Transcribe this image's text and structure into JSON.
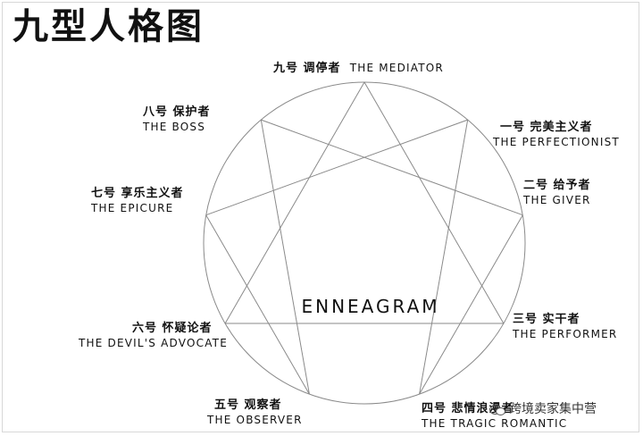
{
  "title": "九型人格图",
  "center_label": "ENNEAGRAM",
  "types": [
    {
      "number": 1,
      "cn": "一号 完美主义者",
      "en": "THE PERFECTIONIST"
    },
    {
      "number": 2,
      "cn": "二号 给予者",
      "en": "THE GIVER"
    },
    {
      "number": 3,
      "cn": "三号 实干者",
      "en": "THE PERFORMER"
    },
    {
      "number": 4,
      "cn": "四号 悲情浪漫者",
      "en": "THE TRAGIC ROMANTIC"
    },
    {
      "number": 5,
      "cn": "五号 观察者",
      "en": "THE OBSERVER"
    },
    {
      "number": 6,
      "cn": "六号 怀疑论者",
      "en": "THE DEVIL'S ADVOCATE"
    },
    {
      "number": 7,
      "cn": "七号 享乐主义者",
      "en": "THE EPICURE"
    },
    {
      "number": 8,
      "cn": "八号 保护者",
      "en": "THE BOSS"
    },
    {
      "number": 9,
      "cn": "九号 调停者",
      "en": "THE MEDIATOR"
    }
  ],
  "connections": [
    [
      1,
      4
    ],
    [
      4,
      2
    ],
    [
      2,
      8
    ],
    [
      8,
      5
    ],
    [
      5,
      7
    ],
    [
      7,
      1
    ],
    [
      9,
      3
    ],
    [
      3,
      6
    ],
    [
      6,
      9
    ]
  ],
  "watermark": "跨境卖家集中营"
}
